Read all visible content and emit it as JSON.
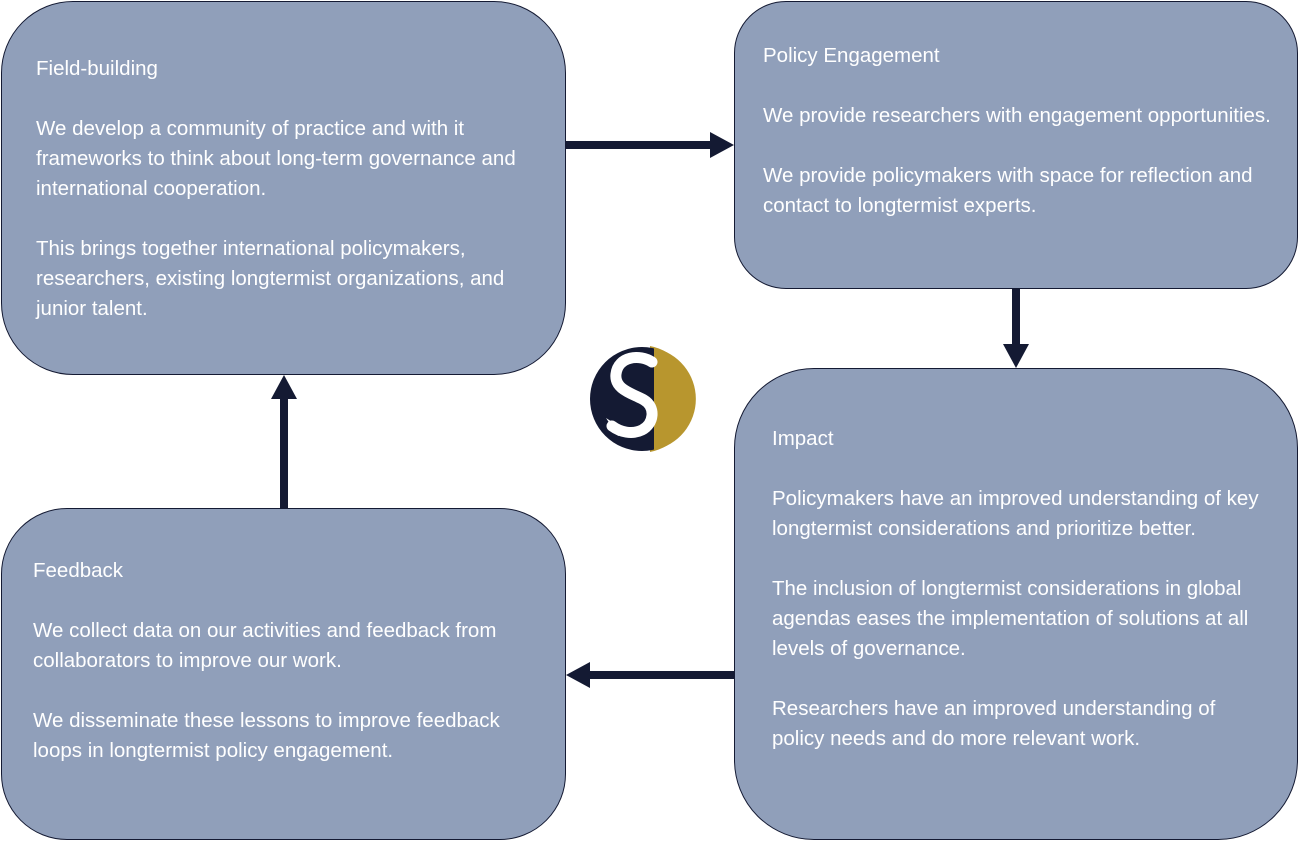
{
  "colors": {
    "box_fill": "#909fba",
    "box_border": "#141a33",
    "arrow": "#141a33",
    "text": "#ffffff",
    "logo_navy": "#141a33",
    "logo_gold": "#b8962e"
  },
  "boxes": {
    "field_building": {
      "title": "Field-building",
      "paragraphs": [
        "We develop a community of practice and with it frameworks to think about long-term governance and international cooperation.",
        "This brings together international policymakers, researchers, existing longtermist organizations, and junior talent."
      ]
    },
    "policy_engagement": {
      "title": "Policy Engagement",
      "paragraphs": [
        "We provide researchers with engagement opportunities.",
        "We provide policymakers with space for reflection and contact to longtermist experts."
      ]
    },
    "impact": {
      "title": "Impact",
      "paragraphs": [
        "Policymakers have an improved understanding of key longtermist considerations and prioritize better.",
        "The inclusion of longtermist considerations in global agendas eases the implementation of solutions at all levels of governance.",
        "Researchers have an improved understanding of policy needs and do more relevant work."
      ]
    },
    "feedback": {
      "title": "Feedback",
      "paragraphs": [
        "We collect data on our activities and feedback from collaborators to improve our work.",
        "We disseminate these lessons to improve feedback loops in longtermist policy engagement."
      ]
    }
  },
  "flow": [
    {
      "from": "Field-building",
      "to": "Policy Engagement"
    },
    {
      "from": "Policy Engagement",
      "to": "Impact"
    },
    {
      "from": "Impact",
      "to": "Feedback"
    },
    {
      "from": "Feedback",
      "to": "Field-building"
    }
  ],
  "logo": {
    "icon": "si-monogram-logo"
  }
}
